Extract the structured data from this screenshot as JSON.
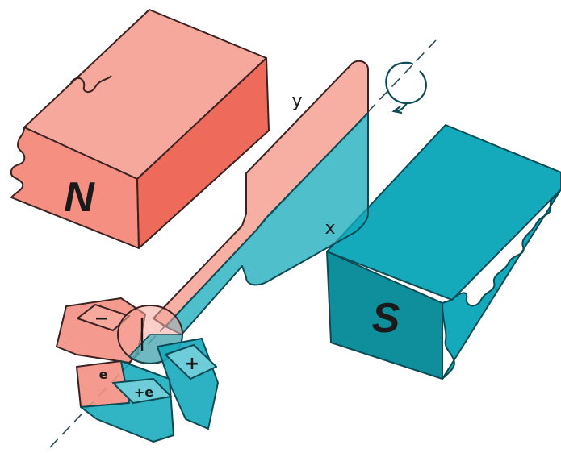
{
  "colors": {
    "north": "#f07a6c",
    "north_top": "#f6a89c",
    "north_front": "#f48f82",
    "south": "#15aabb",
    "south_dark": "#0f8e9c",
    "south_light": "#6ecdd8",
    "outline": "#3b2222",
    "axis": "#2a4a5a"
  },
  "magnets": {
    "north_label": "N",
    "south_label": "S"
  },
  "loop": {
    "side_label_top": "y",
    "side_label_bottom": "x"
  },
  "commutator": {
    "minus_label": "−",
    "plus_label": "+"
  },
  "brushes": {
    "terminal_label_1": "e",
    "terminal_label_2": "+e"
  },
  "rotation_arrow": "curved-rotation-arrow-icon"
}
